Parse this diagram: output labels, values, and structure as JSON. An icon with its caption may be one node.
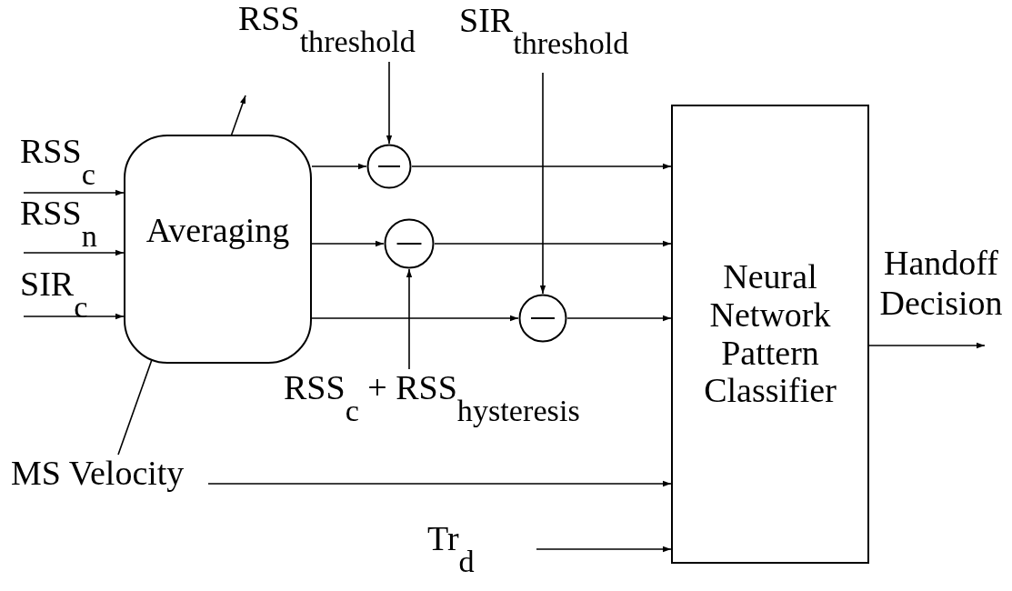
{
  "diagram": {
    "nodes": [
      {
        "text": [
          "RSS$_{c}$"
        ]
      },
      {
        "text": [
          "RSS$_{n}$"
        ]
      },
      {
        "text": [
          "SIR$_{c}$"
        ]
      },
      {
        "text": [
          "Averaging"
        ]
      },
      {
        "text": [
          "RSS$_{threshold}$"
        ]
      },
      {
        "text": [
          "SIR$_{threshold}$"
        ]
      },
      {
        "text": [],
        "shape": "circle"
      },
      {
        "text": [],
        "shape": "circle"
      },
      {
        "text": [],
        "shape": "circle"
      },
      {
        "text": [
          "RSS$_{c}$ + RSS$_{hysteresis}$"
        ]
      },
      {
        "text": [
          "MS Velocity"
        ]
      },
      {
        "text": [
          "Tr$_{d}$"
        ]
      },
      {
        "text": [
          "Neural Network Pattern Classifier"
        ]
      }
    ],
    "edges": [
      {
        "from": 0,
        "to": 3,
        "arrow": "to"
      },
      {
        "from": 1,
        "to": 3,
        "arrow": "to"
      },
      {
        "from": 2,
        "to": 3,
        "arrow": "to"
      },
      {
        "from": 10,
        "to": null,
        "arrow": "to"
      },
      {
        "from": 3,
        "to": 6,
        "arrow": "to"
      },
      {
        "from": 3,
        "to": 7,
        "arrow": "to"
      },
      {
        "from": 3,
        "to": 8,
        "arrow": "to"
      },
      {
        "from": 4,
        "to": 6,
        "arrow": "to"
      },
      {
        "from": 5,
        "to": 8,
        "arrow": "to"
      },
      {
        "from": 9,
        "to": 7,
        "arrow": "to"
      },
      {
        "from": 6,
        "to": 12,
        "arrow": "to"
      },
      {
        "from": 7,
        "to": 12,
        "arrow": "to"
      },
      {
        "from": 8,
        "to": 12,
        "arrow": "to"
      },
      {
        "from": 10,
        "to": 12,
        "arrow": "to"
      },
      {
        "from": 11,
        "to": 12,
        "arrow": "to"
      },
      {
        "from": 12,
        "to": null,
        "arrow": "to",
        "label": "Handoff Decision"
      }
    ]
  }
}
